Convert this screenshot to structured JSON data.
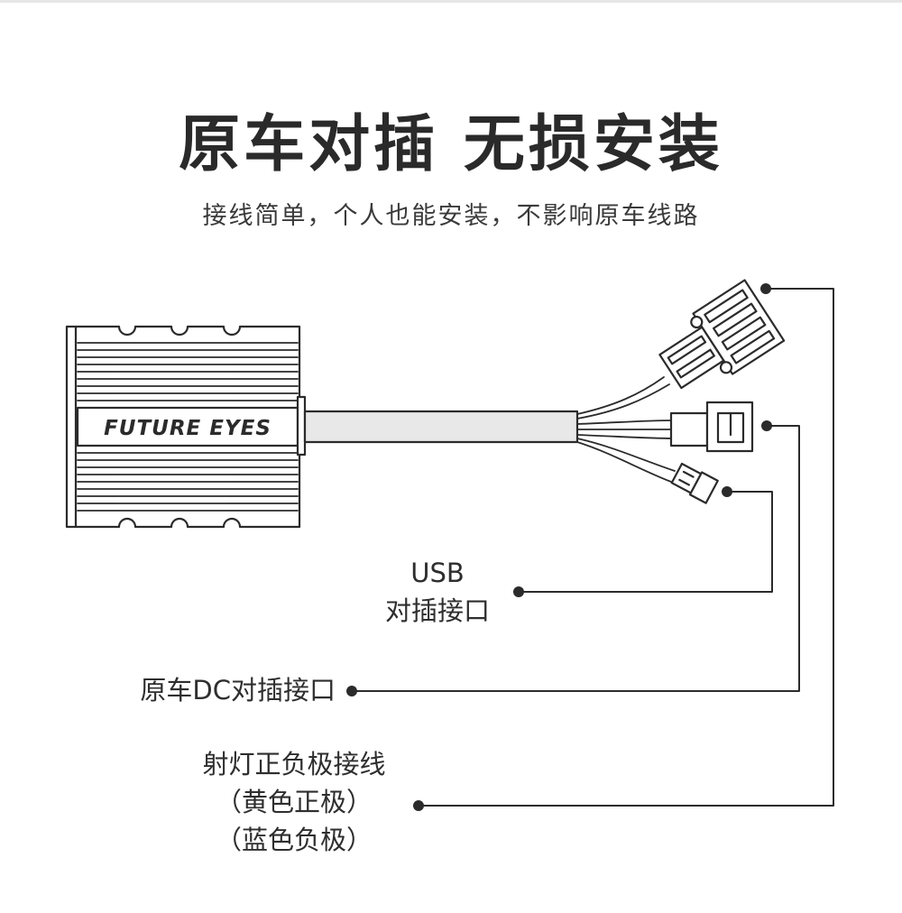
{
  "title": "原车对插 无损安装",
  "subtitle": "接线简单，个人也能安装，不影响原车线路",
  "device": {
    "brand": "FUTURE EYES"
  },
  "callouts": {
    "usb": {
      "line1": "USB",
      "line2": "对插接口"
    },
    "dc": {
      "text": "原车DC对插接口"
    },
    "lamp": {
      "line1": "射灯正负极接线",
      "line2": "（黄色正极）",
      "line3": "（蓝色负极）"
    }
  },
  "colors": {
    "line": "#2b2b2b",
    "cable": "#e8e8e8",
    "fill": "#ffffff"
  }
}
